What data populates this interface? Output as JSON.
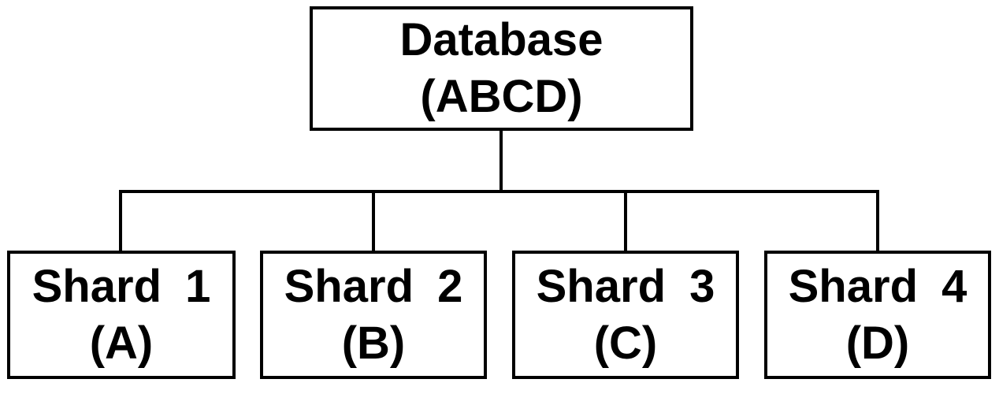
{
  "diagram": {
    "type": "tree",
    "root": {
      "title": "Database",
      "subtitle": "(ABCD)"
    },
    "shards": [
      {
        "title": "Shard 1",
        "subtitle": "(A)"
      },
      {
        "title": "Shard 2",
        "subtitle": "(B)"
      },
      {
        "title": "Shard 3",
        "subtitle": "(C)"
      },
      {
        "title": "Shard 4",
        "subtitle": "(D)"
      }
    ],
    "colors": {
      "line": "#000000",
      "text": "#000000",
      "background": "#ffffff"
    }
  }
}
